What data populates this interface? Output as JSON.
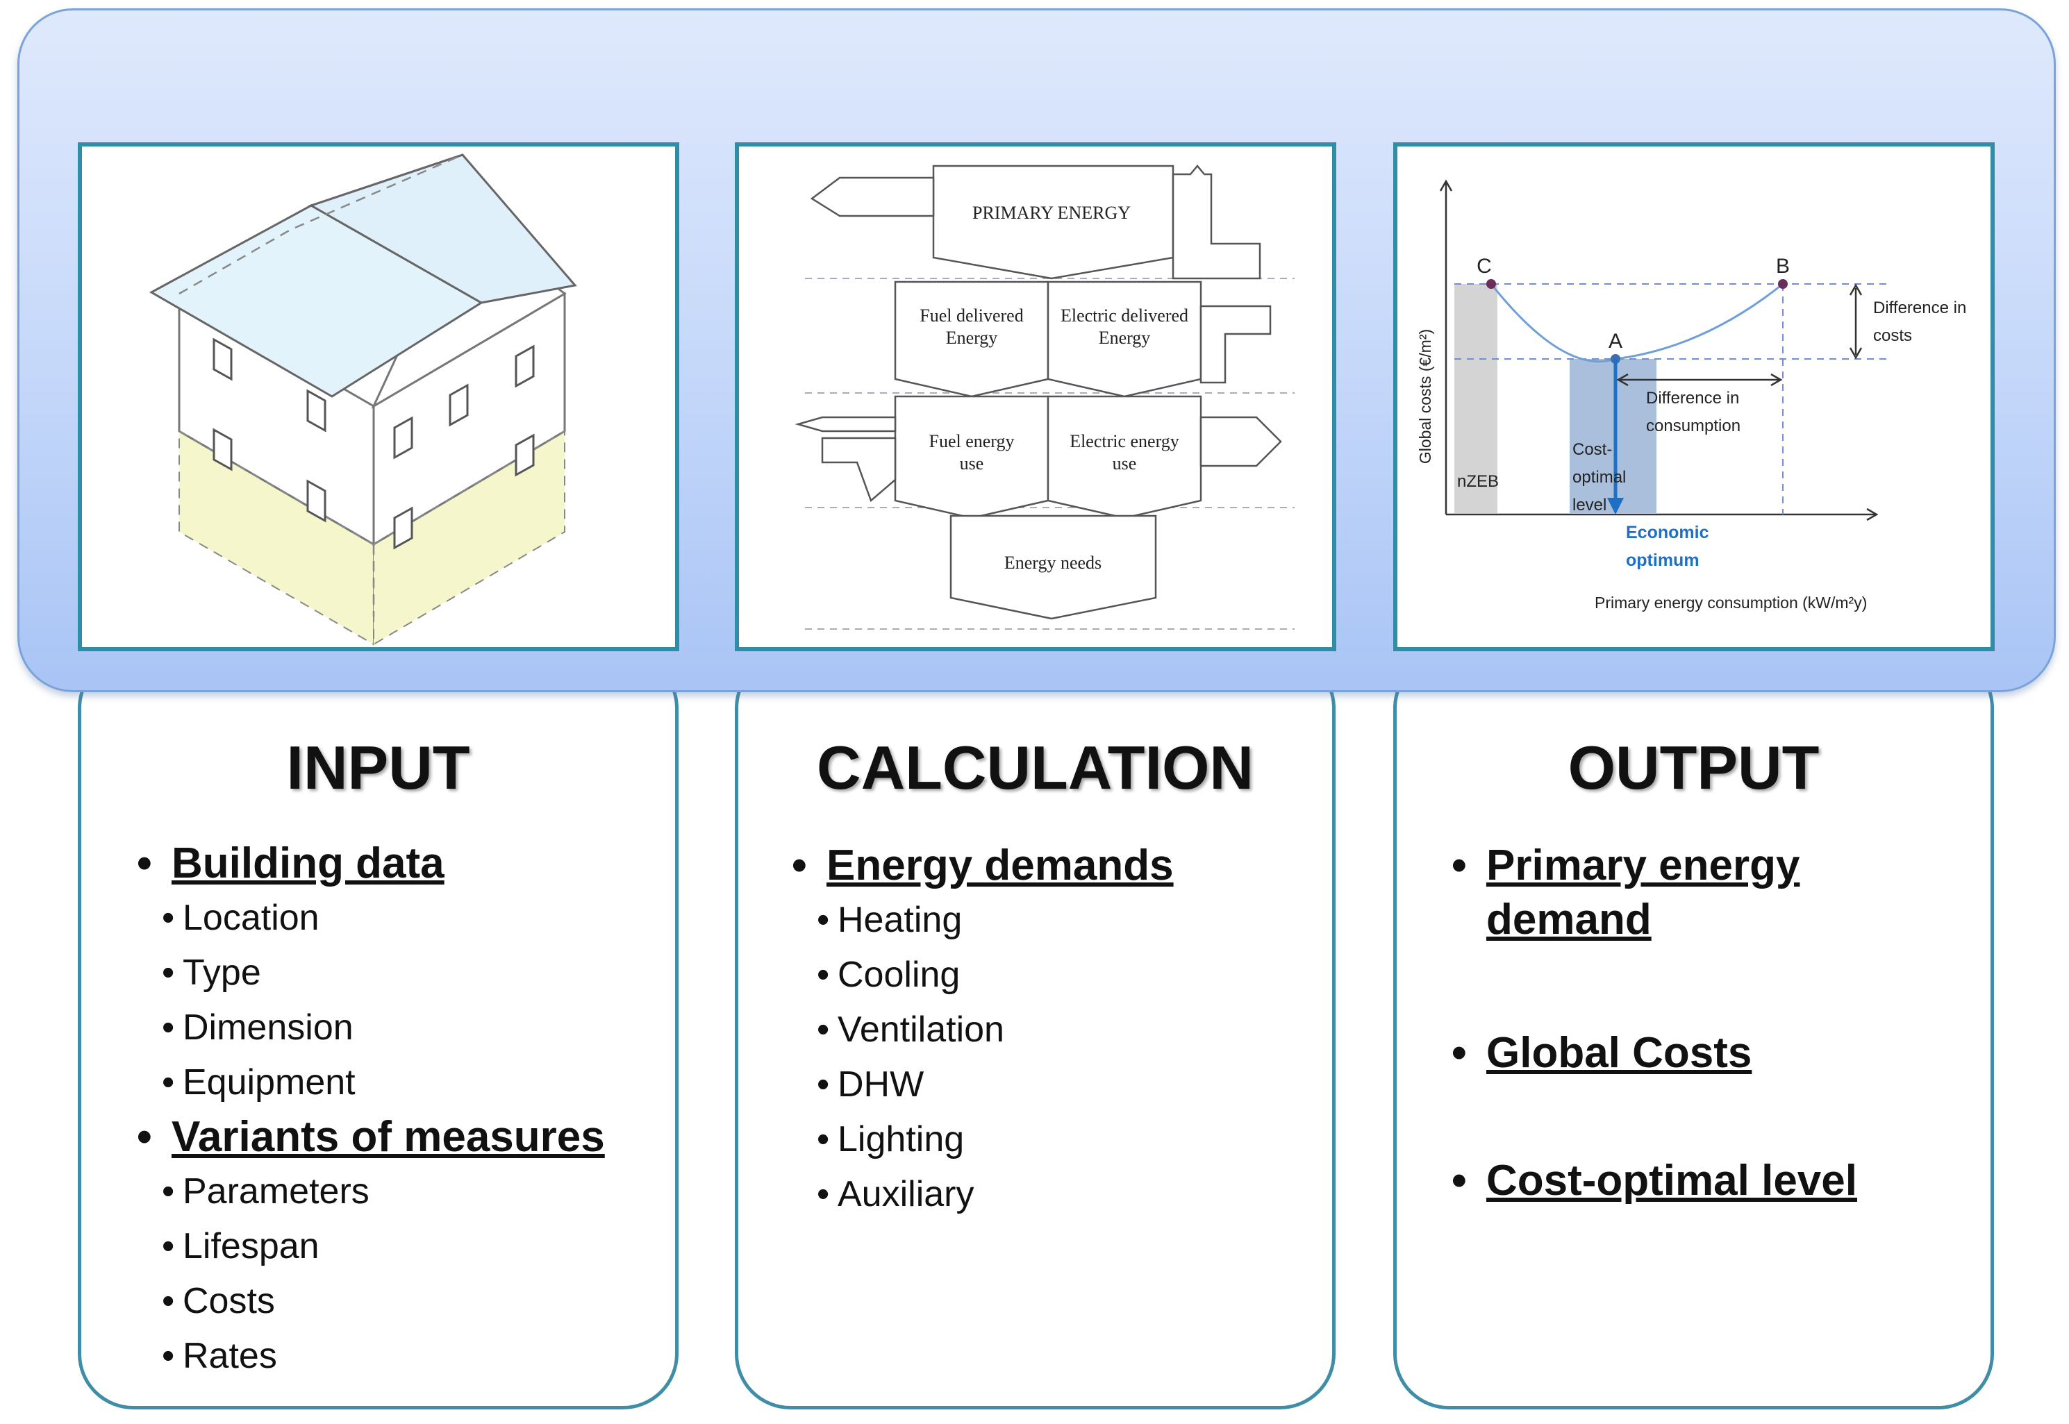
{
  "input": {
    "heading": "INPUT",
    "groups": [
      {
        "title": "Building data",
        "items": [
          "Location",
          "Type",
          "Dimension",
          "Equipment"
        ]
      },
      {
        "title": "Variants of measures",
        "items": [
          "Parameters",
          "Lifespan",
          "Costs",
          "Rates"
        ]
      }
    ]
  },
  "calculation": {
    "heading": "CALCULATION",
    "groups": [
      {
        "title": "Energy demands",
        "items": [
          "Heating",
          "Cooling",
          "Ventilation",
          "DHW",
          "Lighting",
          "Auxiliary"
        ]
      }
    ],
    "diagram": {
      "primary": "PRIMARY ENERGY",
      "fuel_delivered_1": "Fuel delivered",
      "fuel_delivered_2": "Energy",
      "electric_delivered_1": "Electric delivered",
      "electric_delivered_2": "Energy",
      "fuel_use_1": "Fuel energy",
      "fuel_use_2": "use",
      "electric_use_1": "Electric energy",
      "electric_use_2": "use",
      "needs": "Energy needs"
    }
  },
  "output": {
    "heading": "OUTPUT",
    "items": [
      "Primary energy demand",
      "Global Costs",
      "Cost-optimal level"
    ],
    "item0_line1": "Primary energy",
    "item0_line2": "demand",
    "chart": {
      "point_a": "A",
      "point_b": "B",
      "point_c": "C",
      "ylabel": "Global costs (€/m²)",
      "xlabel": "Primary energy consumption (kW/m²y)",
      "diff_costs_1": "Difference in",
      "diff_costs_2": "costs",
      "diff_cons_1": "Difference in",
      "diff_cons_2": "consumption",
      "nzeb": "nZEB",
      "cost_opt_1": "Cost-",
      "cost_opt_2": "optimal",
      "cost_opt_3": "level",
      "econ_1": "Economic",
      "econ_2": "optimum",
      "accent": "#1f6fc5",
      "curve_color": "#6f9fd8"
    }
  }
}
